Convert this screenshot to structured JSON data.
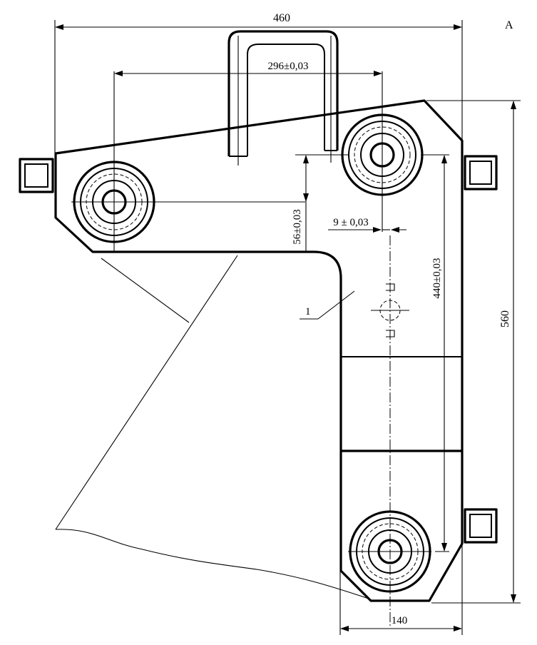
{
  "view_label": "A",
  "dimensions": {
    "overall_width": "460",
    "hole_spacing": "296±0,03",
    "vertical_offset": "56±0,03",
    "offset_small": "9 ± 0,03",
    "hole_height": "440±0,03",
    "overall_height": "560",
    "leg_width": "140"
  },
  "callouts": {
    "part_number": "1"
  },
  "colors": {
    "ink": "#000000",
    "paper": "#ffffff"
  }
}
